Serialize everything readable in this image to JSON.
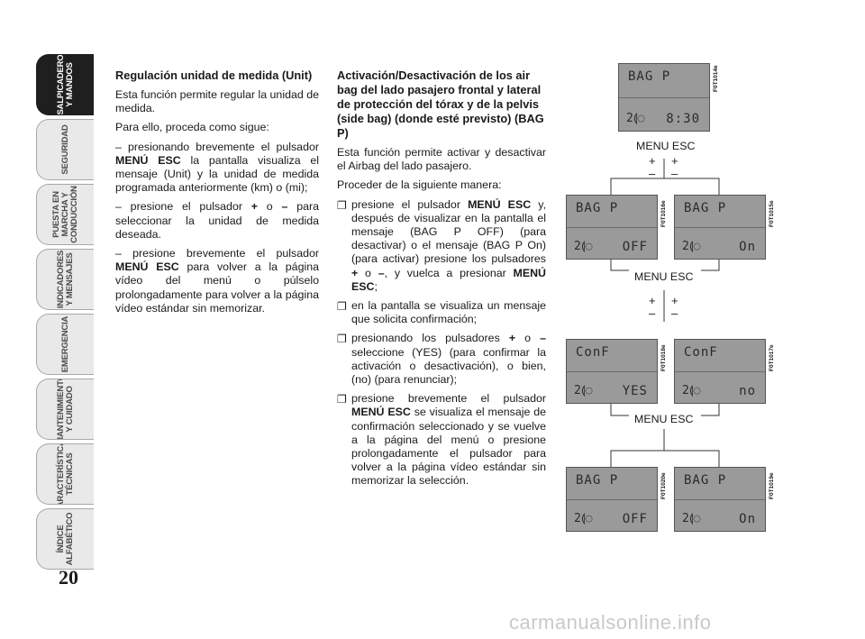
{
  "page_number": "20",
  "side_tabs": [
    {
      "label": "SALPICADERO\nY MANDOS",
      "active": true
    },
    {
      "label": "SEGURIDAD",
      "active": false
    },
    {
      "label": "PUESTA EN\nMARCHA Y\nCONDUCCIÓN",
      "active": false
    },
    {
      "label": "INDICADORES\nY MENSAJES",
      "active": false
    },
    {
      "label": "EMERGENCIA",
      "active": false
    },
    {
      "label": "MANTENIMIENTO\nY CUIDADO",
      "active": false
    },
    {
      "label": "CARACTERÍSTICAS\nTÉCNICAS",
      "active": false
    },
    {
      "label": "ÍNDICE\nALFABÉTICO",
      "active": false
    }
  ],
  "col1": {
    "heading": "Regulación unidad de medida (Unit)",
    "p1": "Esta función permite regular la unidad de medida.",
    "p2": "Para ello, proceda como sigue:",
    "p3_a": "– presionando brevemente el pulsador ",
    "p3_b": "MENÚ ESC",
    "p3_c": " la pantalla visualiza el mensaje (Unit) y la unidad de medida programada anteriormente (km) o (mi);",
    "p4_a": "– presione el pulsador ",
    "p4_b": "+",
    "p4_c": " o ",
    "p4_d": "–",
    "p4_e": " para seleccionar la unidad de medida deseada.",
    "p5_a": "– presione brevemente el pulsador ",
    "p5_b": "MENÚ ESC",
    "p5_c": " para volver a la página vídeo del menú o púlselo prolongadamente para volver a la página vídeo estándar sin memorizar."
  },
  "col2": {
    "heading": "Activación/Desactivación de los air bag del lado pasajero frontal y lateral de protección del tórax y de la pelvis (side bag) (donde esté previsto) (BAG P)",
    "p1": "Esta función permite activar y desactivar el Airbag del lado pasajero.",
    "p2": "Proceder de la siguiente manera:",
    "b1_a": "presione el pulsador ",
    "b1_b": "MENÚ ESC",
    "b1_c": " y, después de visualizar en la pantalla el mensaje (BAG P OFF) (para desactivar) o el mensaje (BAG P On) (para activar) presione los pulsadores ",
    "b1_d": "+",
    "b1_e": " o ",
    "b1_f": "–",
    "b1_g": ", y vuelca a presionar ",
    "b1_h": "MENÚ ESC",
    "b1_i": ";",
    "b2": "en la pantalla se visualiza un mensaje que solicita confirmación;",
    "b3_a": "presionando los pulsadores ",
    "b3_b": "+",
    "b3_c": " o ",
    "b3_d": "–",
    "b3_e": " seleccione (YES) (para confirmar la activación o desactivación), o bien, (no) (para renunciar);",
    "b4_a": "presione brevemente el pulsador ",
    "b4_b": "MENÚ ESC",
    "b4_c": " se visualiza el mensaje de confirmación seleccionado y se vuelve a la página del menú o presione prolongadamente el pulsador para volver a la página vídeo estándar sin memorizar la selección.",
    "bullet_glyph": "❐"
  },
  "diagram": {
    "top": {
      "line1": "BAG P",
      "line2": "8:30",
      "code": "F0T1014e"
    },
    "row1_left": {
      "line1": "BAG P",
      "line2": "OFF",
      "code": "F0T1016e"
    },
    "row1_right": {
      "line1": "BAG P",
      "line2": "On",
      "code": "F0T1015e"
    },
    "row2_left": {
      "line1": "ConF",
      "line2": "YES",
      "code": "F0T1018e"
    },
    "row2_right": {
      "line1": "ConF",
      "line2": "no",
      "code": "F0T1017e"
    },
    "row3_left": {
      "line1": "BAG P",
      "line2": "OFF",
      "code": "F0T1020e"
    },
    "row3_right": {
      "line1": "BAG P",
      "line2": "On",
      "code": "F0T1019e"
    },
    "menu_esc": "MENU ESC",
    "plus": "+",
    "minus": "–",
    "airbag_icon": "2⟬◌"
  },
  "watermark": "carmanualsonline.info"
}
